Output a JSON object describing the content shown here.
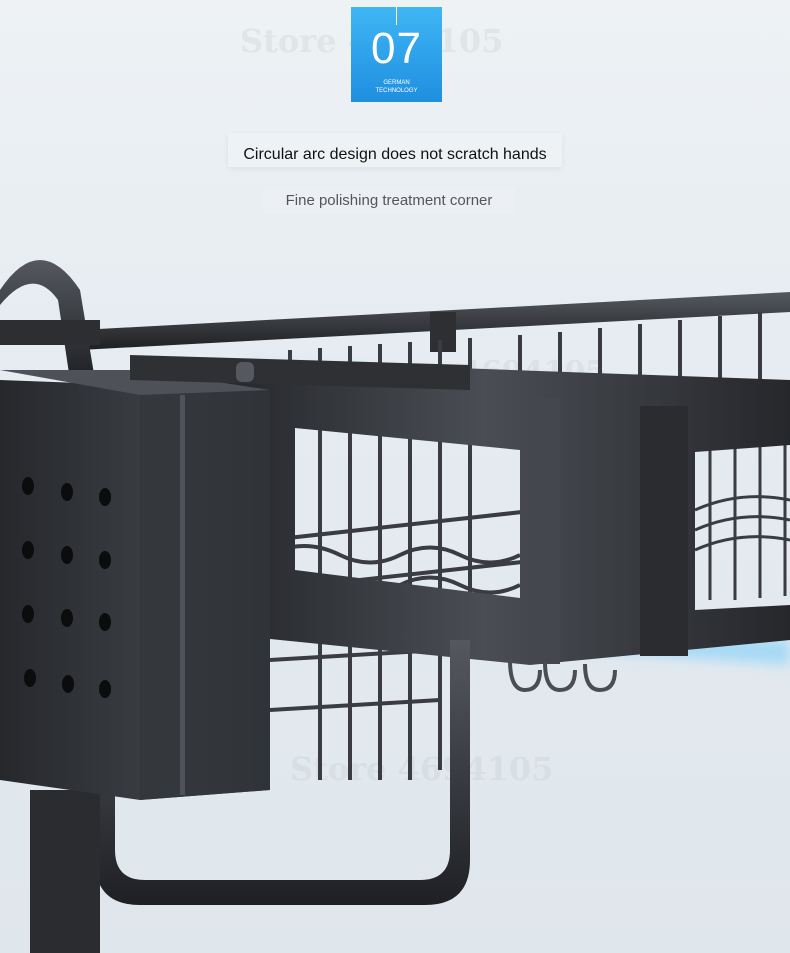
{
  "badge": {
    "number": "07",
    "subtitle_line1": "GERMAN",
    "subtitle_line2": "TECHNOLOGY"
  },
  "headline": "Circular arc design does not scratch hands",
  "subline": "Fine polishing treatment corner",
  "watermarks": [
    "Store 4694105",
    "Store 4694105",
    "4694105"
  ],
  "colors": {
    "badge_blue": "#2aa2ec",
    "metal_dark": "#2b2d31",
    "glow_blue": "#5fc7ff"
  }
}
